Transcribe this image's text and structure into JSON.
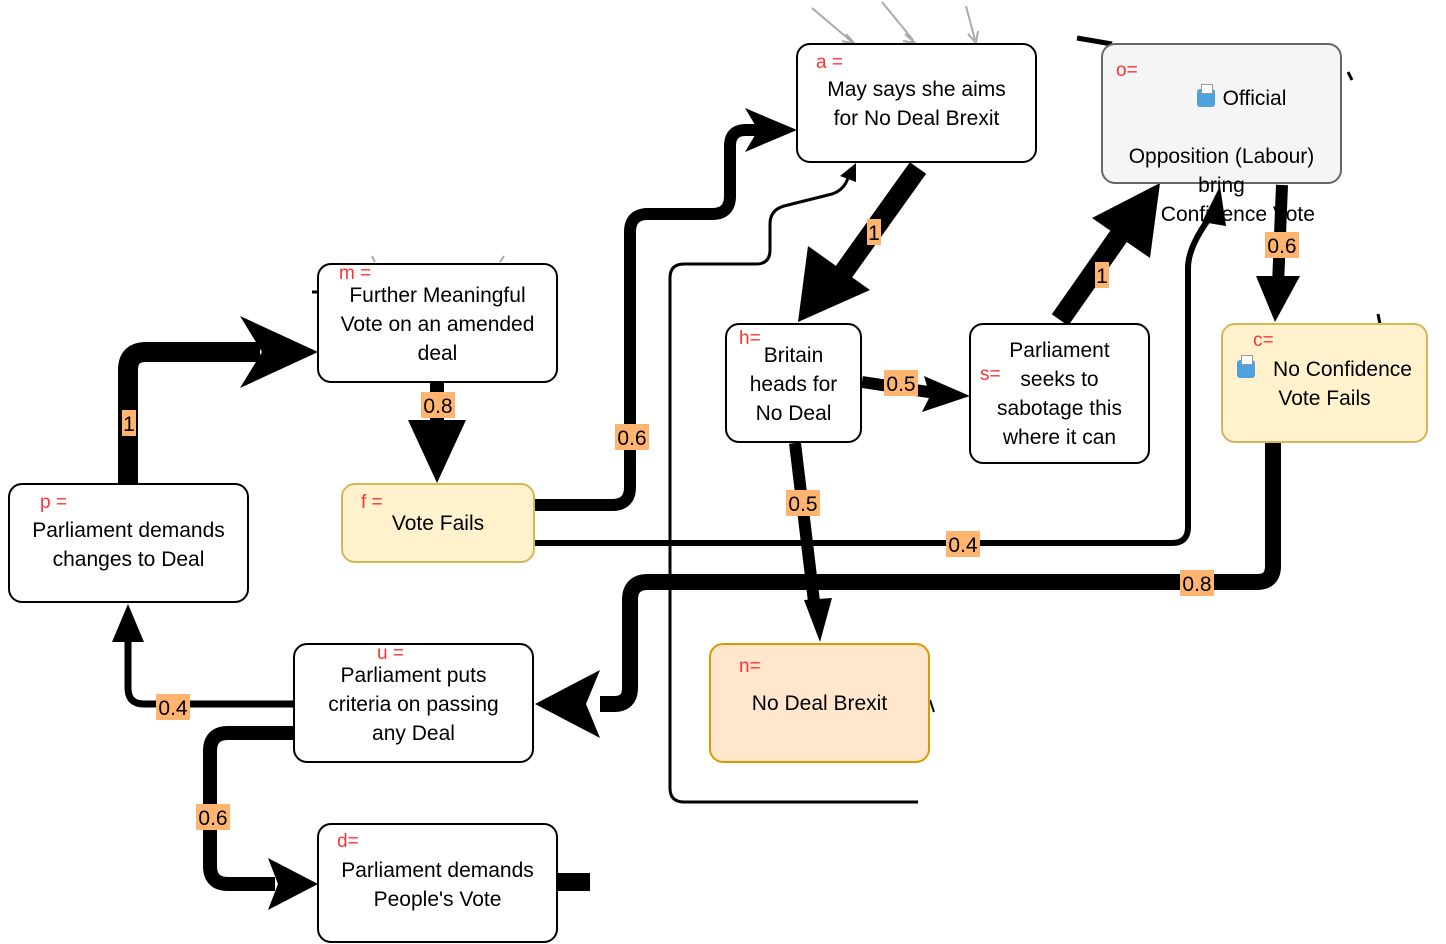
{
  "nodes": {
    "a": {
      "id": "a =",
      "text": "May says she aims\nfor No Deal Brexit"
    },
    "o": {
      "id": "o=",
      "text_first": "Official",
      "text_rest": "Opposition (Labour)\nbring\nNo Confidence Vote",
      "icon": "ballot-box-icon"
    },
    "m": {
      "id": "m =",
      "text": "Further Meaningful\nVote on an amended\ndeal"
    },
    "h": {
      "id": "h=",
      "text": "Britain\nheads for\nNo Deal"
    },
    "s": {
      "id": "s=",
      "text": "Parliament\nseeks to\nsabotage this\nwhere it can"
    },
    "c": {
      "id": "c=",
      "text_first": "No Confidence",
      "text_rest": "Vote Fails",
      "icon": "ballot-box-icon"
    },
    "p": {
      "id": "p =",
      "text": "Parliament demands\nchanges to Deal"
    },
    "f": {
      "id": "f =",
      "text": "Vote Fails"
    },
    "u": {
      "id": "u =",
      "text": "Parliament puts\ncriteria on passing\nany Deal"
    },
    "n": {
      "id": "n=",
      "text": "No Deal Brexit"
    },
    "d": {
      "id": "d=",
      "text": "Parliament demands\nPeople's Vote"
    }
  },
  "edge_labels": {
    "a_h": "1",
    "s_o": "1",
    "o_c": "0.6",
    "m_f": "0.8",
    "p_m": "1",
    "f_a": "0.6",
    "h_s": "0.5",
    "h_n": "0.5",
    "f_o": "0.4",
    "c_u": "0.8",
    "u_p": "0.4",
    "u_d": "0.6"
  },
  "colors": {
    "id_text": "#ff3333",
    "edge_label_bg": "#ffb570",
    "yellow_fill": "#fff2cc",
    "orange_fill": "#ffe6cc",
    "grey_fill": "#f5f5f5"
  }
}
